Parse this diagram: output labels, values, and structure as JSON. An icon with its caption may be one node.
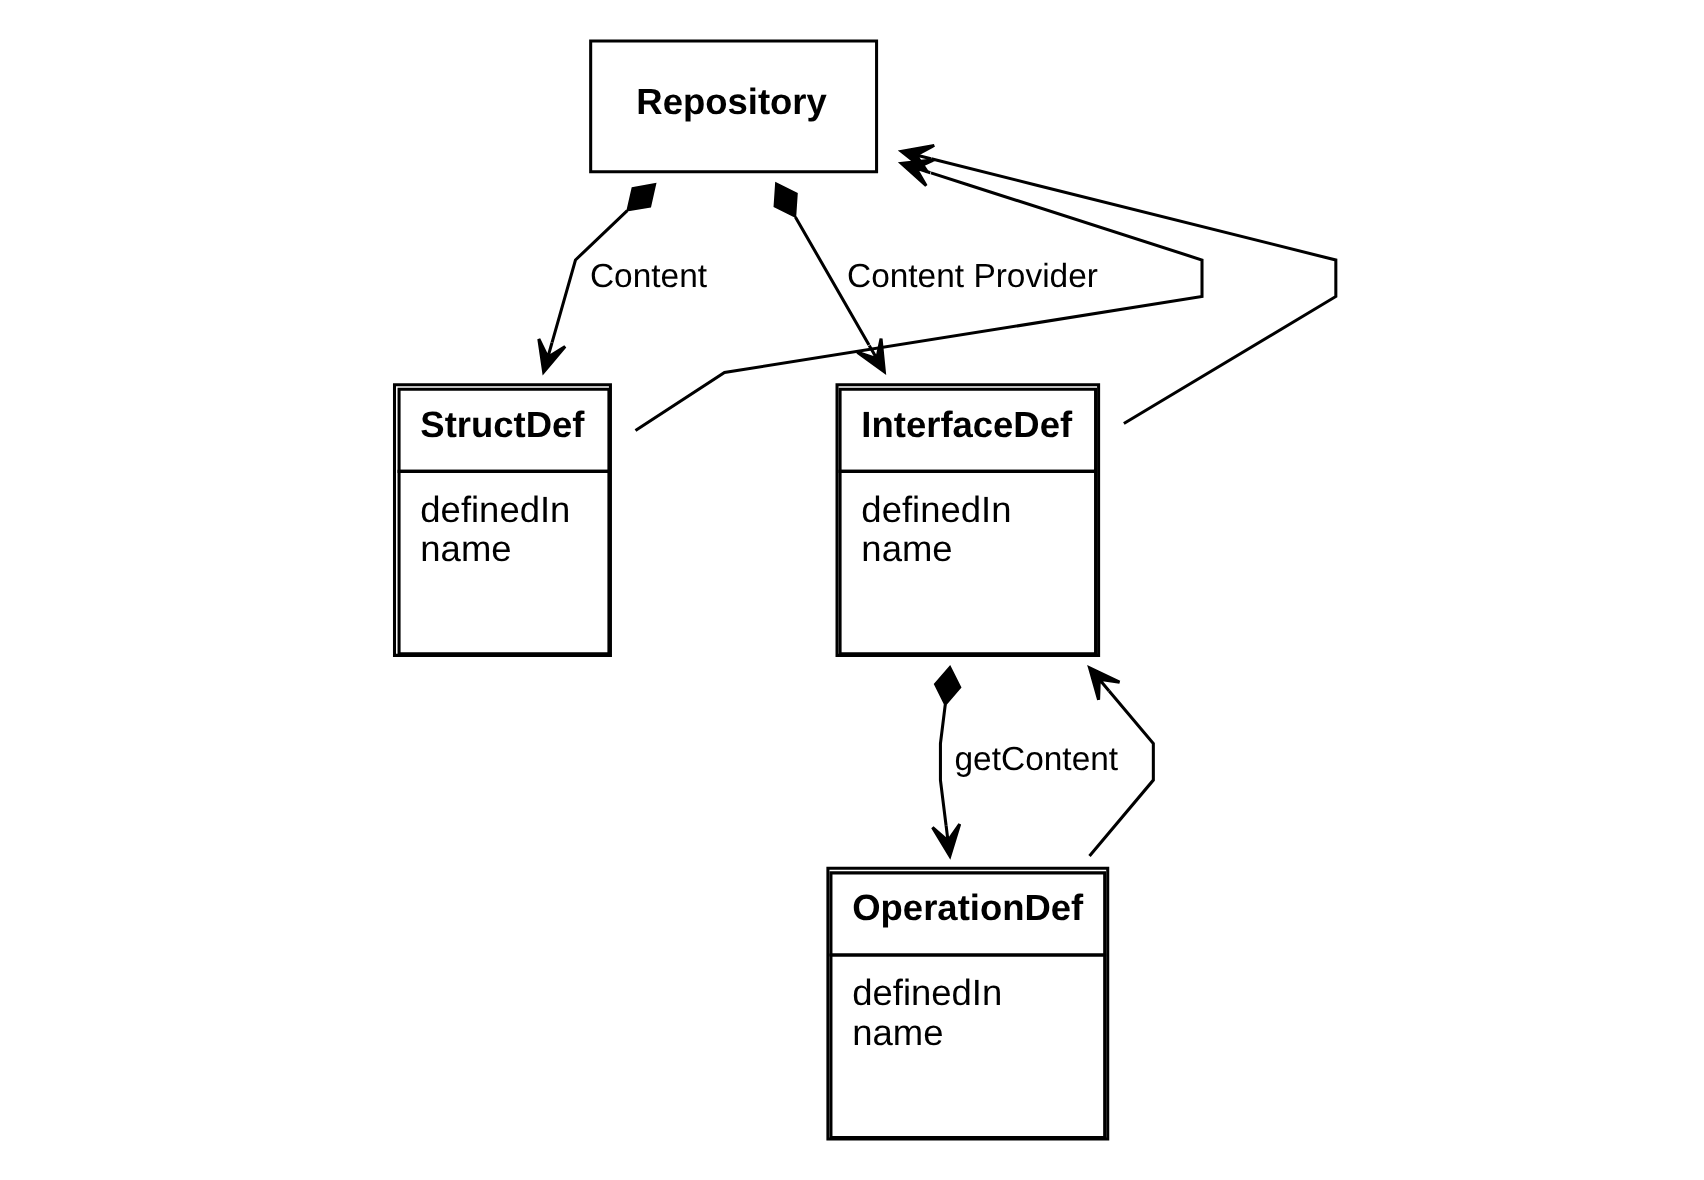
{
  "diagram": {
    "nodes": [
      {
        "text": [
          "Repository"
        ]
      },
      {
        "text": [
          "StructDef",
          "definedIn",
          "name"
        ]
      },
      {
        "text": [
          "InterfaceDef",
          "definedIn",
          "name"
        ]
      },
      {
        "text": [
          "OperationDef",
          "definedIn",
          "name"
        ]
      }
    ],
    "edges": [
      {
        "from": 0,
        "to": 1,
        "arrow": "to",
        "label": "Content"
      },
      {
        "from": 0,
        "to": 2,
        "arrow": "to",
        "label": "Content Provider"
      },
      {
        "from": 2,
        "to": 3,
        "arrow": "to",
        "label": "getContent"
      },
      {
        "from": 1,
        "to": 0,
        "arrow": "to"
      },
      {
        "from": 2,
        "to": 0,
        "arrow": "to"
      },
      {
        "from": 3,
        "to": 2,
        "arrow": "to"
      }
    ]
  }
}
